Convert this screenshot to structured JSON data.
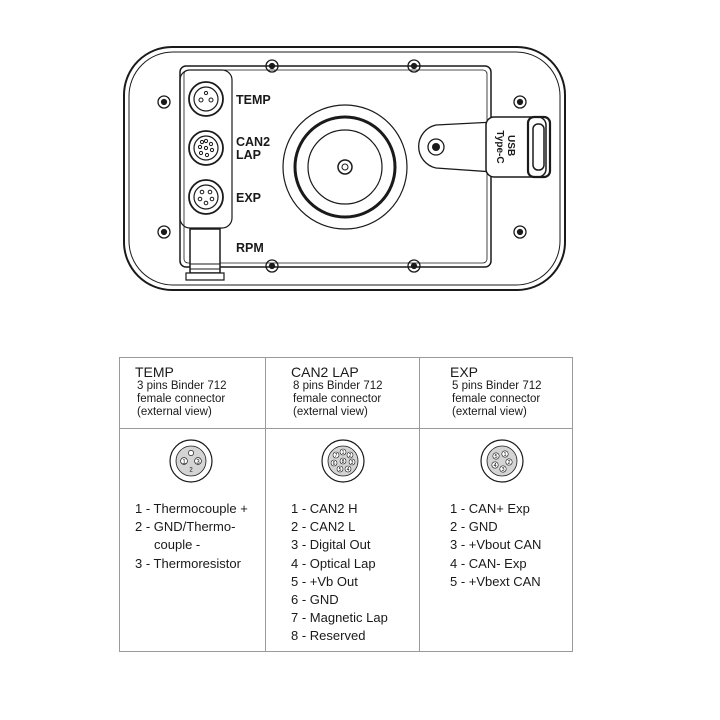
{
  "device": {
    "ports": {
      "temp": "TEMP",
      "can2_line1": "CAN2",
      "can2_line2": "LAP",
      "exp": "EXP",
      "rpm": "RPM"
    },
    "usb": {
      "line1": "USB",
      "line2": "Type-C"
    }
  },
  "table": {
    "columns": [
      {
        "name": "TEMP",
        "desc": [
          "3 pins Binder 712",
          "female connector",
          "(external view)"
        ],
        "pin_count": 3,
        "pins": [
          "1 - Thermocouple +",
          "2 - GND/Thermo-",
          "couple -",
          "3 - Thermoresistor"
        ]
      },
      {
        "name": "CAN2 LAP",
        "desc": [
          "8 pins Binder 712",
          "female connector",
          "(external view)"
        ],
        "pin_count": 8,
        "pins": [
          "1 - CAN2 H",
          "2 - CAN2 L",
          "3 - Digital Out",
          "4 - Optical Lap",
          "5 - +Vb Out",
          "6 - GND",
          "7 - Magnetic Lap",
          "8 - Reserved"
        ]
      },
      {
        "name": "EXP",
        "desc": [
          "5 pins Binder 712",
          "female connector",
          "(external view)"
        ],
        "pin_count": 5,
        "pins": [
          "1 - CAN+ Exp",
          "2 - GND",
          "3 - +Vbout CAN",
          "4 - CAN- Exp",
          "5 - +Vbext CAN"
        ]
      }
    ],
    "pin_numbers": {
      "temp": [
        "1",
        "3",
        "2"
      ],
      "can2": [
        "1",
        "2",
        "3",
        "4",
        "5",
        "6",
        "7",
        "8"
      ],
      "exp": [
        "1",
        "2",
        "3",
        "4",
        "5"
      ]
    }
  }
}
